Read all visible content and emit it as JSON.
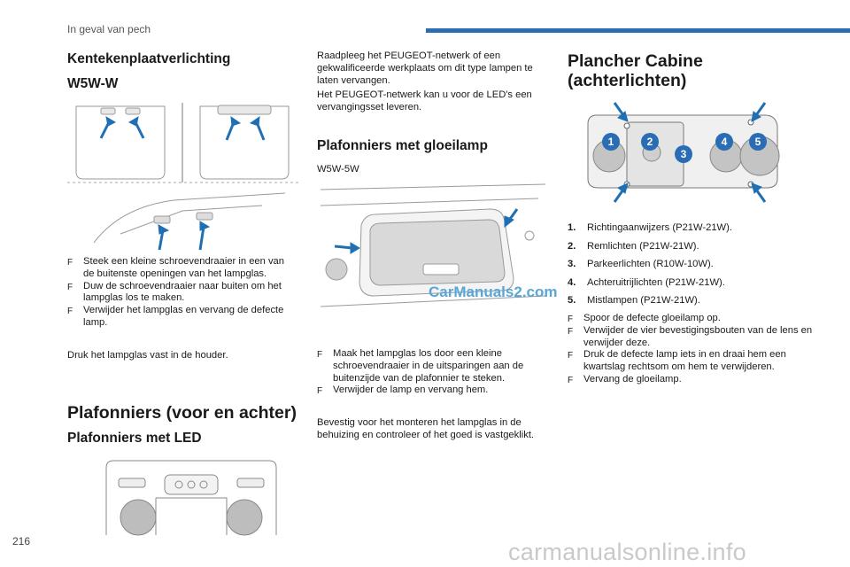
{
  "header": {
    "section": "In geval van pech",
    "bar_color": "#2a6db4"
  },
  "page_number": "216",
  "watermark_bottom": "carmanualsonline.info",
  "watermark_image": "CarManuals2.com",
  "col1": {
    "h_license": "Kentekenplaatverlichting",
    "h_w5w": "W5W-W",
    "bullets": [
      "Steek een kleine schroevendraaier in een van de buitenste openingen van het lampglas.",
      "Duw de schroevendraaier naar buiten om het lampglas los te maken.",
      "Verwijder het lampglas en vervang de defecte lamp."
    ],
    "press": "Druk het lampglas vast in de houder.",
    "h_plafonniers": "Plafonniers (voor en achter)",
    "h_led": "Plafonniers met LED"
  },
  "col2": {
    "p1": "Raadpleeg het PEUGEOT-netwerk of een gekwalificeerde werkplaats om dit type lampen te laten vervangen.",
    "p2": "Het PEUGEOT-netwerk kan u voor de LED's een vervangingsset leveren.",
    "h_glow": "Plafonniers met gloeilamp",
    "w5w5w": "W5W-5W",
    "bullets": [
      "Maak het lampglas los door een kleine schroevendraaier in de uitsparingen aan de buitenzijde van de plafonnier te steken.",
      "Verwijder de lamp en vervang hem."
    ],
    "p3": "Bevestig voor het monteren het lampglas in de behuizing en controleer of het goed is vastgeklikt."
  },
  "col3": {
    "h_cabin_1": "Plancher Cabine",
    "h_cabin_2": "(achterlichten)",
    "callouts": [
      "1",
      "2",
      "3",
      "4",
      "5"
    ],
    "items": [
      {
        "n": "1.",
        "text": "Richtingaanwijzers (P21W-21W)."
      },
      {
        "n": "2.",
        "text": "Remlichten (P21W-21W)."
      },
      {
        "n": "3.",
        "text": "Parkeerlichten (R10W-10W)."
      },
      {
        "n": "4.",
        "text": "Achteruitrijlichten (P21W-21W)."
      },
      {
        "n": "5.",
        "text": "Mistlampen (P21W-21W)."
      }
    ],
    "bullets": [
      "Spoor de defecte gloeilamp op.",
      "Verwijder de vier bevestigingsbouten van de lens en verwijder deze.",
      "Druk de defecte lamp iets in en draai hem een kwartslag rechtsom om hem te verwijderen.",
      "Vervang de gloeilamp."
    ]
  },
  "bullet_glyph": "F",
  "colors": {
    "arrow": "#1f6fb5",
    "callout": "#2a6db4"
  }
}
